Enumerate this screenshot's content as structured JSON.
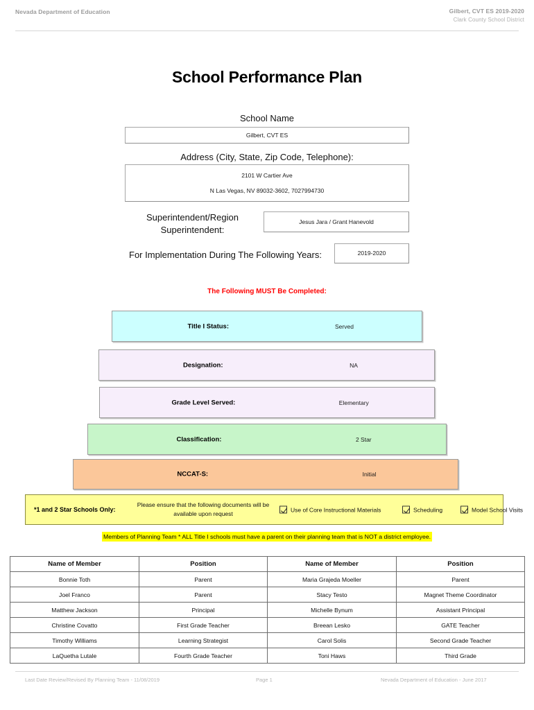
{
  "header": {
    "left_title": "Nevada Department of Education",
    "right_title": "Gilbert, CVT ES  2019-2020",
    "right_subtitle": "Clark County School District"
  },
  "document": {
    "title": "School Performance Plan"
  },
  "fields": {
    "school_name_label": "School Name",
    "school_name_value": "Gilbert, CVT ES",
    "address_label": "Address (City, State, Zip Code, Telephone):",
    "address_line1": "2101 W Cartier Ave",
    "address_line2": "N Las Vegas, NV  89032-3602, 7027994730",
    "superintendent_label": "Superintendent/Region Superintendent:",
    "superintendent_value": "Jesus Jara / Grant Hanevold",
    "years_label": "For Implementation During The Following Years:",
    "years_value": "2019-2020"
  },
  "must_complete_notice": "The Following MUST Be Completed:",
  "status_bars": [
    {
      "label": "Title I Status:",
      "value": "Served",
      "color": "#ccffff"
    },
    {
      "label": "Designation:",
      "value": "NA",
      "color": "#f7eefb"
    },
    {
      "label": "Grade Level Served:",
      "value": "Elementary",
      "color": "#f7eefb"
    },
    {
      "label": "Classification:",
      "value": "2 Star",
      "color": "#c7f5c9"
    },
    {
      "label": "NCCAT-S:",
      "value": "Initial",
      "color": "#fbc79a"
    }
  ],
  "star_schools_note": {
    "only_label": "*1 and 2 Star Schools Only:",
    "ensure_text": "Please ensure that the following documents will be available upon request",
    "checkboxes": [
      {
        "label": "Use of Core Instructional Materials",
        "checked": true
      },
      {
        "label": "Scheduling",
        "checked": true
      },
      {
        "label": "Model School Visits",
        "checked": true
      }
    ]
  },
  "team_banner": "Members of Planning Team * ALL Title I schools must have a parent on their planning team that is NOT a district employee.",
  "members_table": {
    "headers": [
      "Name of Member",
      "Position",
      "Name of Member",
      "Position"
    ],
    "rows": [
      [
        "Bonnie Toth",
        "Parent",
        "Maria Grajeda Moeller",
        "Parent"
      ],
      [
        "Joel Franco",
        "Parent",
        "Stacy Testo",
        "Magnet Theme Coordinator"
      ],
      [
        "Matthew Jackson",
        "Principal",
        "Michelle Bynum",
        "Assistant Principal"
      ],
      [
        "Christine Covatto",
        "First Grade Teacher",
        "Breean Lesko",
        "GATE Teacher"
      ],
      [
        "Timothy Williams",
        "Learning Strategist",
        "Carol Solis",
        "Second Grade Teacher"
      ],
      [
        "LaQuetha Lutale",
        "Fourth Grade Teacher",
        "Toni Haws",
        "Third Grade"
      ]
    ]
  },
  "footer": {
    "left": "Last Date Review/Revised By Planning Team - 11/08/2019",
    "middle": "Page 1",
    "right": "Nevada Department of Education - June 2017"
  }
}
